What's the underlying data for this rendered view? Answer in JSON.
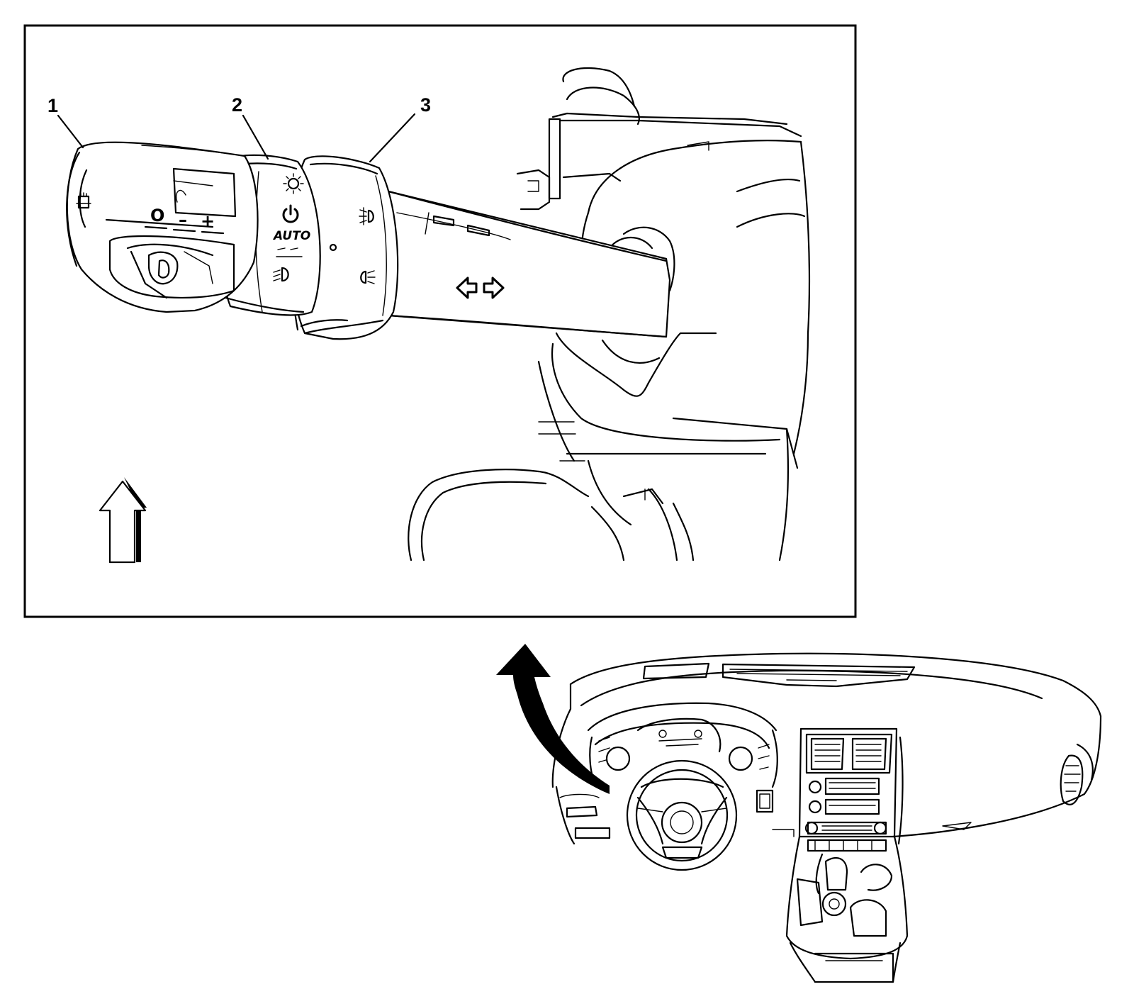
{
  "callouts": [
    {
      "label": "1"
    },
    {
      "label": "2"
    },
    {
      "label": "3"
    }
  ],
  "switch_markings": {
    "auto": "AUTO",
    "wiper_off": "O",
    "wiper_minus": "–",
    "wiper_plus": "+"
  },
  "icons": {
    "front_view_arrow": "outline-up-arrow-icon",
    "location_arrow": "curved-black-arrow-icon",
    "turn_signal": "turn-signal-arrows-icon",
    "headlamp_on": "headlamp-sun-icon",
    "power": "power-icon",
    "low_beam": "low-beam-icon",
    "fog_lamp": "fog-lamp-icon"
  },
  "colors": {
    "line": "#000000",
    "background": "#ffffff"
  }
}
